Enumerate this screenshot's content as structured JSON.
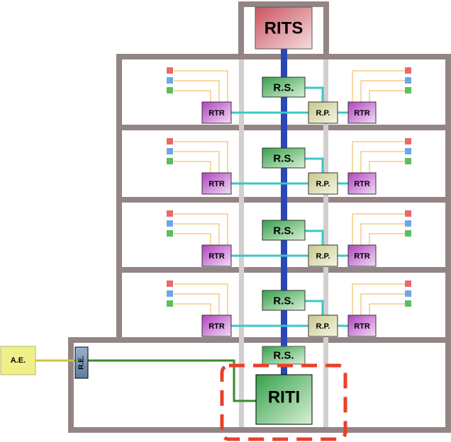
{
  "labels": {
    "rits": "RITS",
    "riti": "RITI",
    "rs": "R.S.",
    "rp": "R.P.",
    "rtr": "RTR",
    "re": "R.E.",
    "ae": "A.E."
  },
  "colors": {
    "wall": "#948585",
    "riser": "#d4cfcf",
    "backbone": "#2a47b5",
    "cyan_link": "#3cc6c6",
    "orange_wire": "#f0b247",
    "green_link": "#3a8a2a",
    "ae_link": "#c8c832",
    "outlet_red": "#e86a6a",
    "outlet_blue": "#6aa8e8",
    "outlet_green": "#5cbf5c",
    "highlight": "#e8412a"
  }
}
